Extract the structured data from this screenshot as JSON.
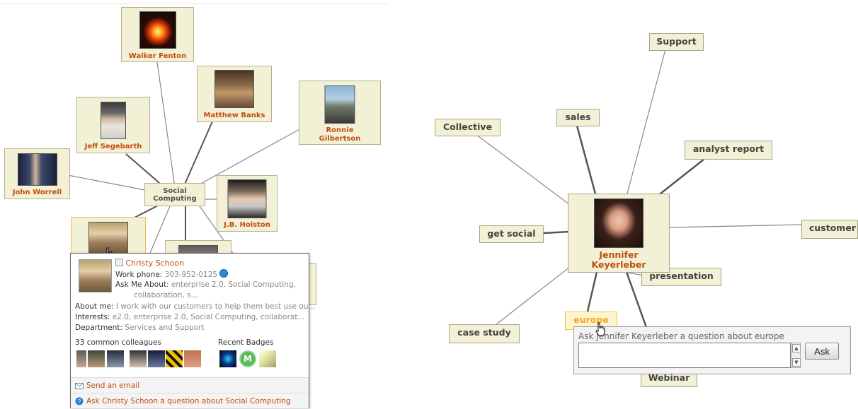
{
  "left_graph": {
    "hub": {
      "line1": "Social",
      "line2": "Computing"
    },
    "people": [
      {
        "name": "Walker Fenton"
      },
      {
        "name": "Matthew Banks"
      },
      {
        "name_line1": "Ronnie",
        "name_line2": "Gilbertson"
      },
      {
        "name": "Jeff Segebarth"
      },
      {
        "name": "John Worrell"
      },
      {
        "name": "J.B. Holston"
      },
      {
        "name": ""
      }
    ]
  },
  "popup": {
    "name": "Christy Schoon",
    "work_phone_label": "Work phone:",
    "work_phone": "303-952-0125",
    "ask_me_label": "Ask Me About:",
    "ask_me_line1": "enterprise 2.0, Social Computing,",
    "ask_me_line2": "collaboration, s...",
    "about_label": "About me:",
    "about_value": "I work with our customers to help them best use ou...",
    "interests_label": "Interests:",
    "interests_value": "e2.0, enterprise 2.0, Social Computing, collaborat...",
    "department_label": "Department:",
    "department_value": "Services and Support",
    "colleagues_heading": "33 common colleagues",
    "badges_heading": "Recent Badges",
    "send_email": "Send an email",
    "ask_question": "Ask Christy Schoon a question about Social Computing"
  },
  "right_graph": {
    "center": {
      "name_line1": "Jennifer",
      "name_line2": "Keyerleber"
    },
    "tags": [
      "Support",
      "sales",
      "Collective",
      "analyst report",
      "get social",
      "customer",
      "presentation",
      "case study",
      "europe",
      "Webinar"
    ],
    "ask_box": {
      "prompt": "Ask Jennifer Keyerleber a question about europe",
      "input_value": "",
      "button": "Ask"
    }
  },
  "colors": {
    "node_bg": "#f2f1d5",
    "node_border": "#b7b28c",
    "name_orange": "#c34d0f",
    "highlight_orange": "#f5a623"
  }
}
